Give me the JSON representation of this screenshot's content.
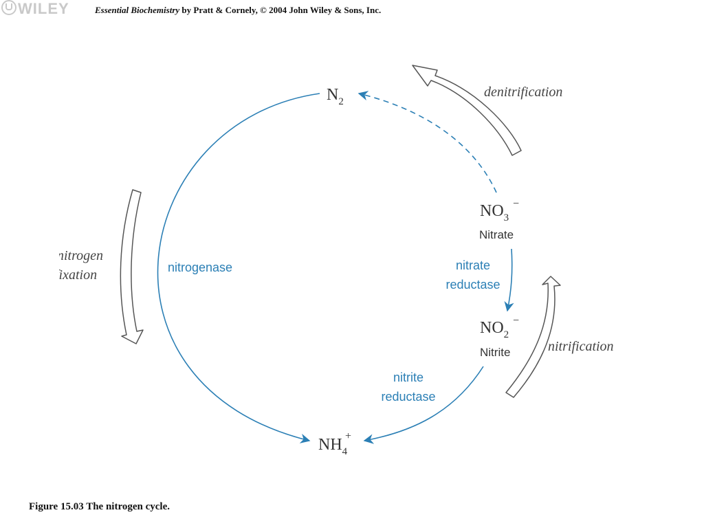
{
  "header": {
    "logo_text": "WILEY",
    "book_title": "Essential Biochemistry",
    "credit_rest": " by Pratt & Cornely, © 2004 John Wiley & Sons, Inc."
  },
  "diagram": {
    "nodes": {
      "n2": {
        "base": "N",
        "sub": "2",
        "sup": ""
      },
      "no3": {
        "base": "NO",
        "sub": "3",
        "sup": "−",
        "name": "Nitrate"
      },
      "no2": {
        "base": "NO",
        "sub": "2",
        "sup": "−",
        "name": "Nitrite"
      },
      "nh4": {
        "base": "NH",
        "sub": "4",
        "sup": "+"
      }
    },
    "enzymes": {
      "nitrogenase": "nitrogenase",
      "nitrate_reductase_1": "nitrate",
      "nitrate_reductase_2": "reductase",
      "nitrite_reductase_1": "nitrite",
      "nitrite_reductase_2": "reductase"
    },
    "processes": {
      "denitrification": "denitrification",
      "nitrogen_fixation_1": "nitrogen",
      "nitrogen_fixation_2": "fixation",
      "nitrification": "nitrification"
    },
    "colors": {
      "pathway": "#2b7fb5",
      "process_arrow": "#555555",
      "formula": "#333333"
    }
  },
  "caption": "Figure 15.03 The nitrogen cycle."
}
